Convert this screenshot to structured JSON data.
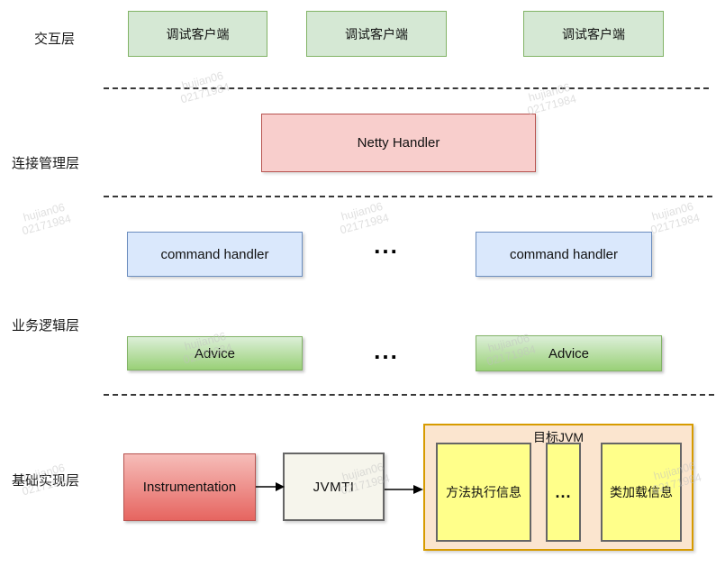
{
  "layers": {
    "interaction": "交互层",
    "connection": "连接管理层",
    "business": "业务逻辑层",
    "foundation": "基础实现层"
  },
  "interaction": {
    "clients": [
      "调试客户端",
      "调试客户端",
      "调试客户端"
    ]
  },
  "connection": {
    "netty": "Netty Handler"
  },
  "business": {
    "command_handlers": [
      "command handler",
      "command handler"
    ],
    "advices": [
      "Advice",
      "Advice"
    ],
    "ellipsis": "..."
  },
  "foundation": {
    "instrumentation": "Instrumentation",
    "jvmti": "JVMTI",
    "target_jvm": {
      "label": "目标JVM",
      "items": [
        "方法执行信息",
        "...",
        "类加载信息"
      ]
    }
  },
  "watermark": {
    "line1": "hujian06",
    "line2": "02171984"
  },
  "colors": {
    "green_fill": "#d5e8d4",
    "green_border": "#82b366",
    "green_gradient_bottom": "#99d077",
    "red_fill": "#f8cecc",
    "red_border": "#b85450",
    "red_gradient_bottom": "#e66560",
    "blue_fill": "#dae8fc",
    "blue_border": "#6c8ebf",
    "note_fill": "#f6f5ec",
    "orange_fill": "#fbe5cf",
    "orange_border": "#d79b00",
    "yellow_fill": "#ffff8a",
    "gray_border": "#666666"
  }
}
